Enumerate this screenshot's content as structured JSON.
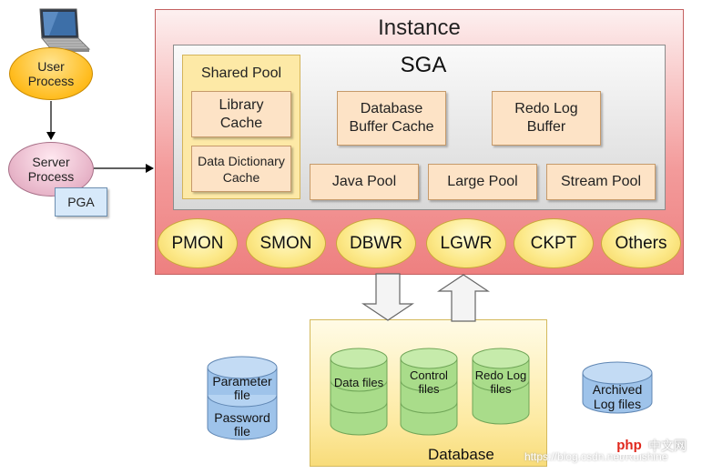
{
  "instance": {
    "title": "Instance"
  },
  "sga": {
    "title": "SGA",
    "shared_pool": {
      "title": "Shared Pool",
      "library_cache": "Library Cache",
      "data_dictionary_cache": "Data Dictionary Cache"
    },
    "buffer_cache": "Database Buffer Cache",
    "redo_log_buffer": "Redo Log Buffer",
    "java_pool": "Java Pool",
    "large_pool": "Large Pool",
    "stream_pool": "Stream Pool"
  },
  "processes": [
    "PMON",
    "SMON",
    "DBWR",
    "LGWR",
    "CKPT",
    "Others"
  ],
  "client": {
    "user_process": "User Process",
    "server_process": "Server Process",
    "pga": "PGA"
  },
  "database": {
    "label": "Database",
    "data_files": "Data files",
    "control_files": "Control files",
    "redo_log_files": "Redo Log files"
  },
  "external_files": {
    "parameter_file": "Parameter file",
    "password_file": "Password file",
    "archived_log_files": "Archived Log files"
  },
  "watermark": {
    "site": "https://blog.csdn.net/Ruishine",
    "badge": "php",
    "cn": "中文网"
  },
  "colors": {
    "instance_fill": "#f39b9b",
    "sga_fill": "#d8d8d8",
    "shared_pool_fill": "#fde9a6",
    "memory_box_fill": "#fde3c6",
    "process_oval_fill": "#fce98a",
    "database_fill": "#fdeaa2",
    "data_cylinder_fill": "#a9dc8a",
    "file_cylinder_fill": "#9ec3ea",
    "user_process_fill": "#ffbc1e",
    "server_process_fill": "#e7b4c8",
    "pga_fill": "#d7e9fa"
  }
}
